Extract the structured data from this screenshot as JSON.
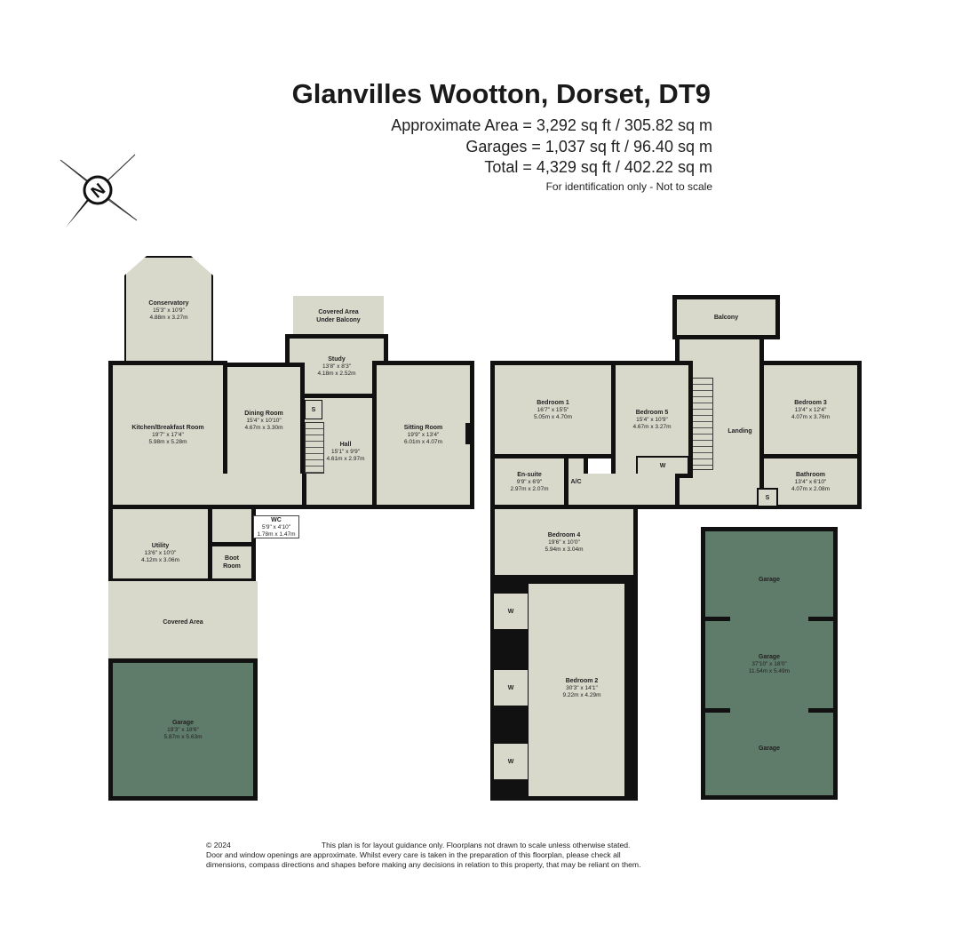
{
  "header": {
    "title": "Glanvilles Wootton, Dorset, DT9",
    "approx_area": "Approximate Area = 3,292 sq ft / 305.82 sq m",
    "garages": "Garages = 1,037 sq ft / 96.40 sq m",
    "total": "Total = 4,329 sq ft / 402.22 sq m",
    "note": "For identification only - Not to scale"
  },
  "compass": {
    "letter": "N"
  },
  "ground_floor": {
    "conservatory": {
      "name": "Conservatory",
      "imperial": "15'3\" x 10'9\"",
      "metric": "4.88m x 3.27m"
    },
    "covered_balcony": {
      "name": "Covered Area",
      "name2": "Under Balcony"
    },
    "study": {
      "name": "Study",
      "imperial": "13'8\" x 8'3\"",
      "metric": "4.18m x 2.52m"
    },
    "kitchen": {
      "name": "Kitchen/Breakfast Room",
      "imperial": "19'7\" x 17'4\"",
      "metric": "5.98m x 5.28m"
    },
    "dining": {
      "name": "Dining Room",
      "imperial": "15'4\" x 10'10\"",
      "metric": "4.67m x 3.30m"
    },
    "hall": {
      "name": "Hall",
      "imperial": "15'1\" x 9'9\"",
      "metric": "4.61m x 2.97m",
      "store": "S"
    },
    "sitting": {
      "name": "Sitting Room",
      "imperial": "19'9\" x 13'4\"",
      "metric": "6.01m x 4.07m"
    },
    "wc": {
      "name": "WC",
      "imperial": "5'9\" x 4'10\"",
      "metric": "1.78m x 1.47m"
    },
    "utility": {
      "name": "Utility",
      "imperial": "13'6\" x 10'0\"",
      "metric": "4.12m x 3.06m"
    },
    "boot": {
      "name": "Boot",
      "name2": "Room"
    },
    "covered_area": {
      "name": "Covered Area"
    },
    "garage": {
      "name": "Garage",
      "imperial": "19'3\" x 18'6\"",
      "metric": "5.87m x 5.63m"
    }
  },
  "first_floor": {
    "balcony": {
      "name": "Balcony"
    },
    "landing": {
      "name": "Landing"
    },
    "bedroom1": {
      "name": "Bedroom 1",
      "imperial": "16'7\" x 15'5\"",
      "metric": "5.05m x 4.70m"
    },
    "bedroom5": {
      "name": "Bedroom 5",
      "imperial": "15'4\" x 10'9\"",
      "metric": "4.67m x 3.27m",
      "wardrobe": "W"
    },
    "bedroom3": {
      "name": "Bedroom 3",
      "imperial": "13'4\" x 12'4\"",
      "metric": "4.07m x 3.76m"
    },
    "ensuite": {
      "name": "En-suite",
      "imperial": "9'9\" x 6'9\"",
      "metric": "2.97m x 2.07m"
    },
    "ac": {
      "name": "A/C"
    },
    "bathroom": {
      "name": "Bathroom",
      "imperial": "13'4\" x 6'10\"",
      "metric": "4.07m x 2.08m",
      "store": "S"
    },
    "bedroom4": {
      "name": "Bedroom 4",
      "imperial": "19'6\" x 10'0\"",
      "metric": "5.94m x 3.04m"
    },
    "bedroom2": {
      "name": "Bedroom 2",
      "imperial": "30'3\" x 14'1\"",
      "metric": "9.22m x 4.29m",
      "wardrobes": [
        "W",
        "W",
        "W"
      ]
    }
  },
  "outbuilding": {
    "garage_top": {
      "name": "Garage"
    },
    "garage_main": {
      "name": "Garage",
      "imperial": "37'10\" x 18'0\"",
      "metric": "11.54m x 5.49m"
    },
    "garage_bottom": {
      "name": "Garage"
    }
  },
  "footer": {
    "copyright": "© 2024",
    "line1": "This plan is for layout guidance only. Floorplans not drawn to scale unless otherwise stated.",
    "line2": "Door and window openings are approximate. Whilst every care is taken in the preparation of this floorplan, please check all",
    "line3": "dimensions, compass directions and shapes before making any decisions in relation to this property, that may be reliant on them."
  }
}
